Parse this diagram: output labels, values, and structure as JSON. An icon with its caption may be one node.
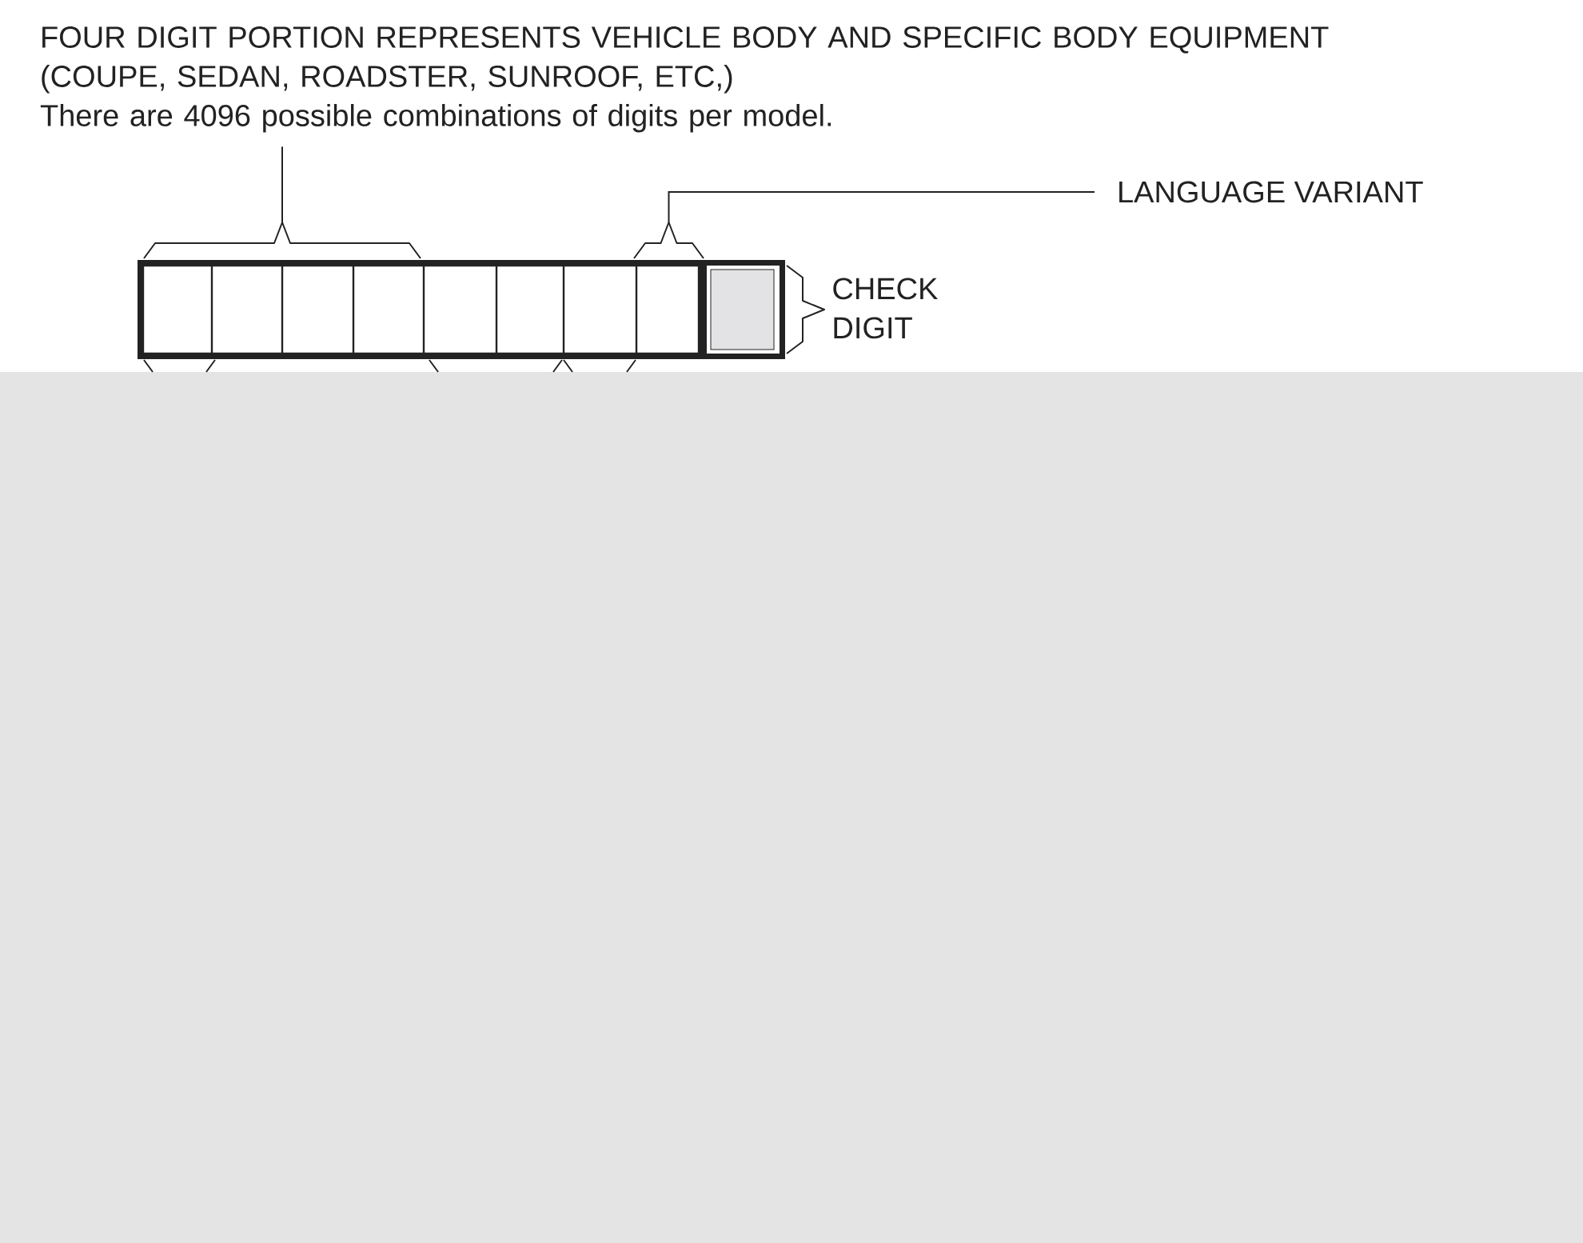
{
  "diagram": {
    "nodes": [
      {
        "text": [
          "FOUR DIGIT PORTION REPRESENTS VEHICLE BODY AND SPECIFIC BODY EQUIPMENT (COUPE, SEDAN, ROADSTER, SUNROOF, ETC,)",
          "There are 4096 possible combinations of digits per model."
        ]
      },
      {
        "text": [
          "LANGUAGE VARIANT"
        ]
      },
      {
        "text": [],
        "shape": "brace"
      },
      {
        "text": [],
        "shape": "brace"
      },
      {
        "text": [],
        "shape": "box"
      },
      {
        "text": [],
        "shape": "box"
      },
      {
        "text": [],
        "shape": "box"
      },
      {
        "text": [],
        "shape": "box"
      },
      {
        "text": [],
        "shape": "box"
      },
      {
        "text": [],
        "shape": "box"
      },
      {
        "text": [],
        "shape": "box"
      },
      {
        "text": [],
        "shape": "box"
      },
      {
        "text": [],
        "shape": "box"
      }
    ],
    "edges": [
      {
        "from": 0,
        "to": 2,
        "arrow": "none"
      },
      {
        "from": 1,
        "to": 3,
        "arrow": "none"
      }
    ],
    "labels": [
      "CHECK DIGIT"
    ]
  }
}
